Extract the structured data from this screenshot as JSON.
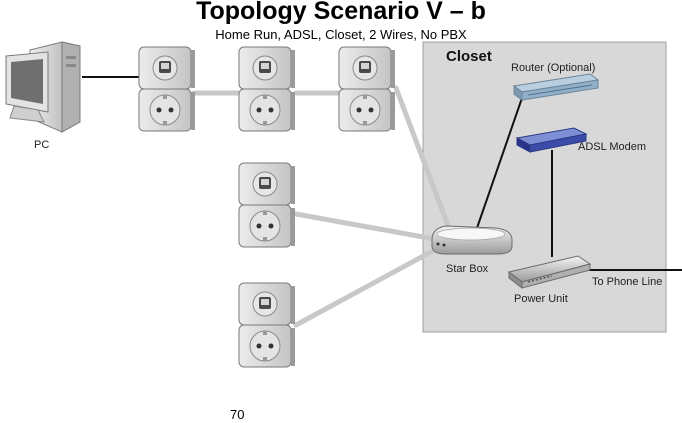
{
  "title": "Topology Scenario V – b",
  "subtitle": "Home Run, ADSL, Closet, 2 Wires, No PBX",
  "page_number": "70",
  "closet": {
    "label": "Closet",
    "fill": "#d8d8d8"
  },
  "devices": {
    "pc": "PC",
    "router": "Router (Optional)",
    "modem": "ADSL Modem",
    "star_box": "Star Box",
    "power_unit": "Power Unit",
    "phone_line": "To Phone Line"
  },
  "colors": {
    "wire_gray": "#c8c8c8",
    "wire_black": "#111111",
    "router": "#8fb0c8",
    "modem": "#3a4ca8"
  }
}
